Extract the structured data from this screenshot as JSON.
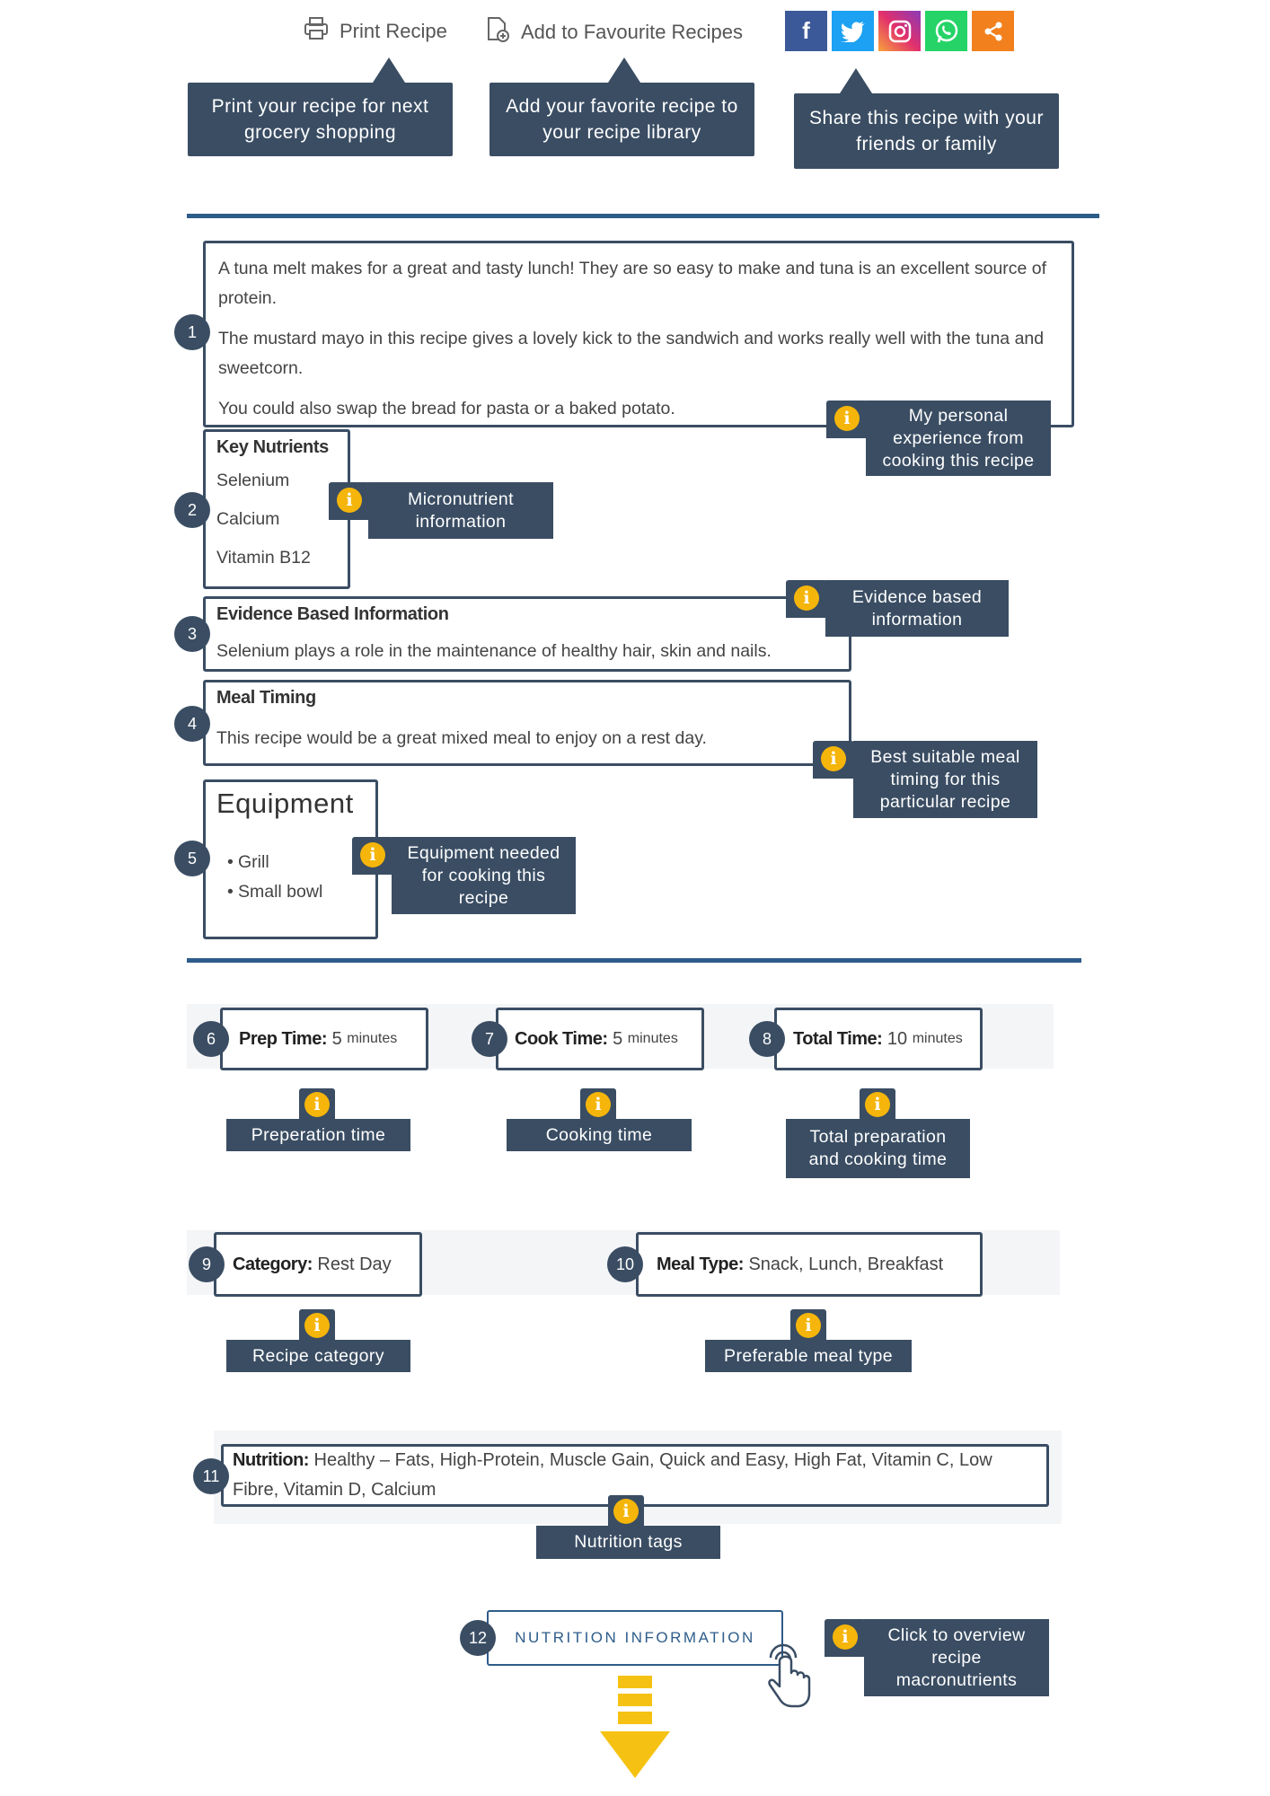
{
  "actions": {
    "print_label": "Print Recipe",
    "favourite_label": "Add to Favourite Recipes"
  },
  "social_icons": [
    "facebook-icon",
    "twitter-icon",
    "instagram-icon",
    "whatsapp-icon",
    "share-icon"
  ],
  "colors": {
    "navy": "#3a4d63",
    "divider": "#2e5c8a",
    "accent": "#f5b50a",
    "facebook": "#3b5998",
    "twitter": "#1da1f2",
    "whatsapp": "#25d366",
    "share": "#f2811d"
  },
  "top_tips": {
    "print": "Print your recipe for next grocery shopping",
    "favourite": "Add your favorite recipe to your recipe library",
    "share": "Share this recipe with your friends or family"
  },
  "intro": {
    "para1": "A tuna melt makes for a great and tasty lunch! They are so easy to make and tuna is an excellent source of protein.",
    "para2": "The mustard mayo in this recipe gives a lovely kick to the sandwich and works really well with the tuna and sweetcorn.",
    "para3": "You could also swap the bread for pasta or a baked potato.",
    "tip": "My personal experience from cooking this recipe"
  },
  "nutrients": {
    "title": "Key Nutrients",
    "items": [
      "Selenium",
      "Calcium",
      "Vitamin B12"
    ],
    "tip": "Micronutrient information"
  },
  "evidence": {
    "title": "Evidence Based Information",
    "text": "Selenium plays a role in the maintenance of healthy hair, skin and nails.",
    "tip": "Evidence based information"
  },
  "meal_timing": {
    "title": "Meal Timing",
    "text": "This recipe would be a great mixed meal to enjoy on a rest day.",
    "tip": "Best suitable meal timing for this particular recipe"
  },
  "equipment": {
    "title": "Equipment",
    "items": [
      "Grill",
      "Small bowl"
    ],
    "tip": "Equipment needed for cooking this recipe"
  },
  "numbers": [
    "1",
    "2",
    "3",
    "4",
    "5",
    "6",
    "7",
    "8",
    "9",
    "10",
    "11",
    "12"
  ],
  "times": {
    "prep": {
      "label": "Prep Time:",
      "value": "5",
      "unit": "minutes",
      "tip": "Preperation time"
    },
    "cook": {
      "label": "Cook Time:",
      "value": "5",
      "unit": "minutes",
      "tip": "Cooking time"
    },
    "total": {
      "label": "Total Time:",
      "value": "10",
      "unit": "minutes",
      "tip": "Total preparation and cooking time"
    }
  },
  "category": {
    "label": "Category:",
    "value": "Rest Day",
    "tip": "Recipe category"
  },
  "meal_type": {
    "label": "Meal Type:",
    "value": "Snack, Lunch, Breakfast",
    "tip": "Preferable meal type"
  },
  "nutrition": {
    "label": "Nutrition:",
    "value": "Healthy – Fats, High-Protein, Muscle Gain, Quick and Easy, High Fat, Vitamin C, Low Fibre, Vitamin D, Calcium",
    "tip": "Nutrition tags"
  },
  "nutrition_button": {
    "label": "NUTRITION INFORMATION",
    "tip": "Click to overview recipe macronutrients"
  },
  "info_glyph": "i"
}
